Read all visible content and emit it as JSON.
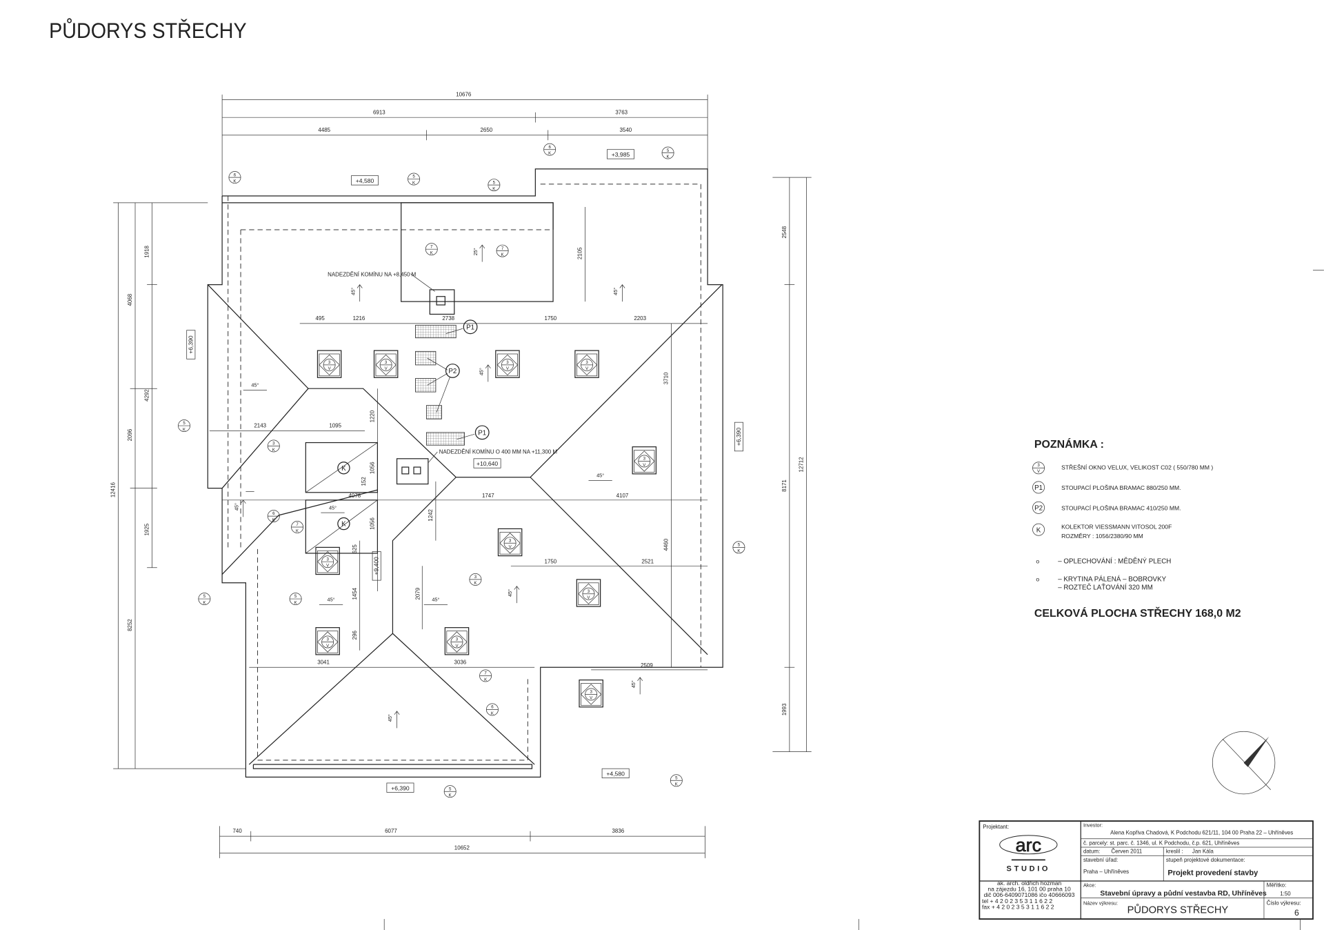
{
  "title": "PŮDORYS STŘECHY",
  "dimensions": {
    "top": [
      "10676",
      "6913",
      "3763",
      "4485",
      "2650",
      "3540"
    ],
    "bottom": [
      "740",
      "6077",
      "3836",
      "10652"
    ],
    "left": [
      "12416",
      "4068",
      "2096",
      "8252",
      "1918",
      "4292",
      "1925"
    ],
    "right": [
      "2548",
      "8171",
      "1993",
      "12712"
    ],
    "inner": [
      "495",
      "1216",
      "2738",
      "1750",
      "2203",
      "2143",
      "1095",
      "1220",
      "1056",
      "152",
      "4078",
      "1747",
      "4107",
      "1242",
      "1056",
      "625",
      "1750",
      "2521",
      "2079",
      "1454",
      "296",
      "3041",
      "3036",
      "2509",
      "2105",
      "3710",
      "4460"
    ]
  },
  "levels": [
    "+4,580",
    "+3,985",
    "+6,390",
    "+6,390",
    "+10,640",
    "+9,400",
    "+4,580",
    "+6,390"
  ],
  "slope_label": "45°",
  "slope_label_alt": "25°",
  "notes": {
    "chimney1": "NADEZDĚNÍ KOMÍNU NA +8,450 M",
    "chimney2": "NADEZDĚNÍ KOMÍNU O 400 MM NA +11,300 M"
  },
  "markers": [
    [
      "6",
      "K"
    ],
    [
      "5",
      "K"
    ],
    [
      "5",
      "K"
    ],
    [
      "6",
      "K"
    ],
    [
      "5",
      "K"
    ],
    [
      "7",
      "K"
    ],
    [
      "7",
      "K"
    ],
    [
      "5",
      "K"
    ],
    [
      "3",
      "K"
    ],
    [
      "6",
      "K"
    ],
    [
      "7",
      "K"
    ],
    [
      "5",
      "K"
    ],
    [
      "5",
      "K"
    ],
    [
      "5",
      "K"
    ],
    [
      "3",
      "K"
    ],
    [
      "7",
      "K"
    ],
    [
      "6",
      "K"
    ],
    [
      "5",
      "K"
    ],
    [
      "5",
      "K"
    ]
  ],
  "window_tag": [
    "3",
    "V"
  ],
  "tags": {
    "p1": "P1",
    "p2": "P2",
    "k": "K"
  },
  "legend": {
    "heading": "POZNÁMKA :",
    "items": [
      {
        "symbol_top": "3",
        "symbol_bottom": "V",
        "text": "STŘEŠNÍ OKNO VELUX, VELIKOST C02 ( 550/780 MM )"
      },
      {
        "symbol": "P1",
        "text": "STOUPACÍ PLOŠINA BRAMAC 880/250 MM."
      },
      {
        "symbol": "P2",
        "text": "STOUPACÍ PLOŠINA BRAMAC 410/250 MM."
      },
      {
        "symbol": "K",
        "text": "KOLEKTOR VIESSMANN VITOSOL 200F",
        "text2": "ROZMĚRY : 1056/2380/90 MM"
      },
      {
        "symbol": "o",
        "text": "–  OPLECHOVÁNÍ : MĚDĚNÝ PLECH"
      },
      {
        "symbol": "o",
        "text": "–  KRYTINA PÁLENÁ  –  BOBROVKY",
        "text2": "–  ROZTEČ LAŤOVÁNÍ 320 MM"
      }
    ],
    "total": "CELKOVÁ PLOCHA STŘECHY  168,0 M2"
  },
  "title_block": {
    "projektant_label": "Projektant:",
    "logo_text": "arc",
    "logo_sub": "STUDIO",
    "address": [
      "ak. arch. oldřich hozman",
      "na zájezdu 16, 101 00 praha 10",
      "dič 006-6409071086 ičo 40666093",
      "tel  + 4 2 0   2 3 5   3 1   1 6   2 2",
      "fax  + 4 2 0   2 3 5   3 1   1 6   2 2"
    ],
    "investor_label": "Investor:",
    "investor": "Alena Kopřiva Chadová, K Podchodu 621/11, 104 00 Praha 22 – Uhříněves",
    "parcel": "č. parcely: st. parc. č. 1346, ul. K Podchodu, č.p. 621, Uhříněves",
    "date_label": "datum:",
    "date": "Červen 2011",
    "drawn_label": "kreslil :",
    "drawn": "Jan Kála",
    "office_label": "stavební úřad:",
    "office": "Praha – Uhříněves",
    "stage_label": "stupeň projektové dokumentace:",
    "stage": "Projekt provedení stavby",
    "action_label": "Akce:",
    "action": "Stavební úpravy a půdní vestavba RD, Uhříněves",
    "scale_label": "Měřítko:",
    "scale": "1:50",
    "drawing_name_label": "Název výkresu:",
    "drawing_name": "PŮDORYS STŘECHY",
    "drawing_no_label": "Číslo výkresu:",
    "drawing_no": "6"
  }
}
